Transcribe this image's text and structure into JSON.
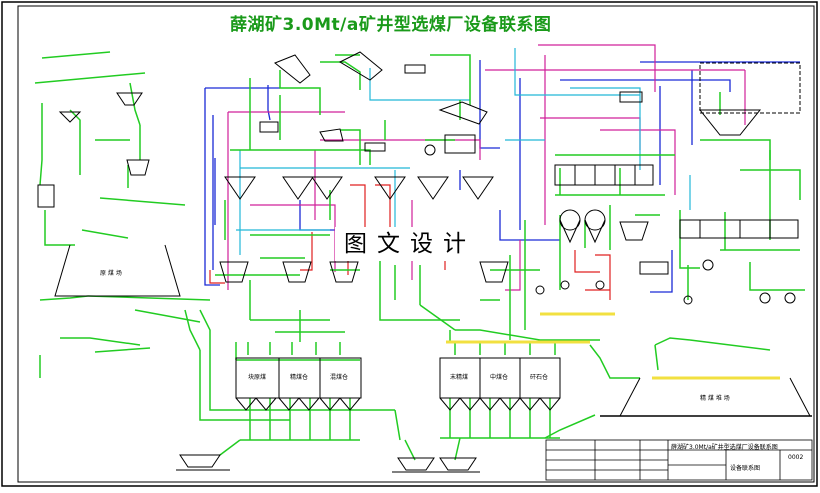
{
  "drawing": {
    "title": "薛湖矿3.0Mt/a矿井型选煤厂设备联系图",
    "watermark": "图文设计"
  },
  "bins": {
    "left_row": [
      "块原煤",
      "精煤仓",
      "混煤仓"
    ],
    "right_row": [
      "末精煤",
      "中煤仓",
      "矸石仓"
    ],
    "stockpile_left": "原 煤 场",
    "stockpile_right": "精 煤 堆 场"
  },
  "title_block": {
    "name": "薛湖矿3.0Mt/a矿井型选煤厂设备联系图",
    "sheet_name": "设备联系图",
    "sheet_no": "0002"
  },
  "colors": {
    "title": "#1a9a1a",
    "pipe_green": "#22cc22",
    "pipe_blue": "#1a2ad6",
    "pipe_magenta": "#d0209a",
    "pipe_red": "#e02020",
    "pipe_cyan": "#22b8d8",
    "pipe_yellow": "#f2e040",
    "frame": "#000000"
  }
}
